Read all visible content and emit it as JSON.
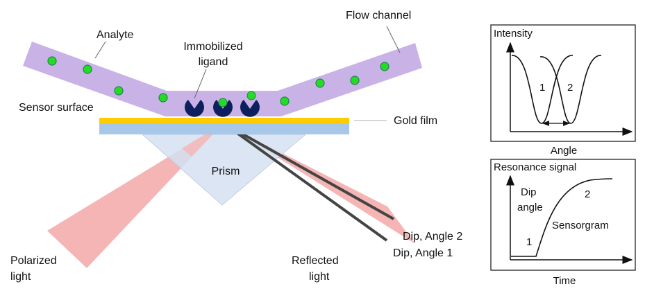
{
  "diagram": {
    "labels": {
      "flow_channel": "Flow channel",
      "analyte": "Analyte",
      "immobilized_ligand_1": "Immobilized",
      "immobilized_ligand_2": "ligand",
      "sensor_surface": "Sensor surface",
      "gold_film": "Gold film",
      "prism": "Prism",
      "polarized_light_1": "Polarized",
      "polarized_light_2": "light",
      "reflected_light_1": "Reflected",
      "reflected_light_2": "light",
      "dip_angle_2": "Dip, Angle 2",
      "dip_angle_1": "Dip, Angle 1"
    },
    "colors": {
      "channel": "#c9b3e6",
      "analyte": "#22dd22",
      "ligand": "#0d1f5c",
      "gold": "#ffcc00",
      "glass": "#a7c8e8",
      "prism": "#d5e1f2",
      "beam": "#f6b5b5",
      "dip_line": "#444444"
    }
  },
  "intensity_panel": {
    "ylabel": "Intensity",
    "xlabel": "Angle",
    "curve_1": "1",
    "curve_2": "2"
  },
  "sensorgram_panel": {
    "ylabel": "Resonance signal",
    "xlabel": "Time",
    "dip_1": "Dip",
    "dip_2": "angle",
    "point_1": "1",
    "point_2": "2",
    "curve_label": "Sensorgram"
  }
}
